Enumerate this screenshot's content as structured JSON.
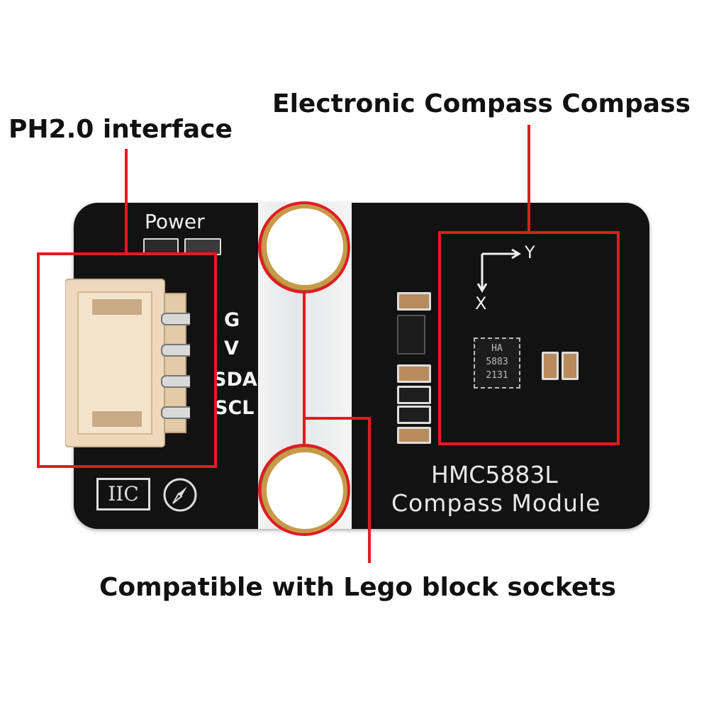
{
  "callouts": {
    "ph_interface": "PH2.0 interface",
    "compass": "Electronic Compass Compass",
    "lego": "Compatible with Lego block sockets"
  },
  "board": {
    "power_label": "Power",
    "pins": [
      "G",
      "V",
      "SDA",
      "SCL"
    ],
    "module_line1": "HMC5883L",
    "module_line2": "Compass Module",
    "axis_y": "Y",
    "axis_x": "X",
    "chip_text": [
      "HA",
      "5883",
      "2131"
    ],
    "iic_label": "IIC"
  },
  "colors": {
    "board": "#121212",
    "annotation": "#e11b22",
    "connector": "#efd9bd",
    "gold": "#c79a4a"
  },
  "icons": [
    "compass-icon",
    "axis-arrows-icon"
  ]
}
